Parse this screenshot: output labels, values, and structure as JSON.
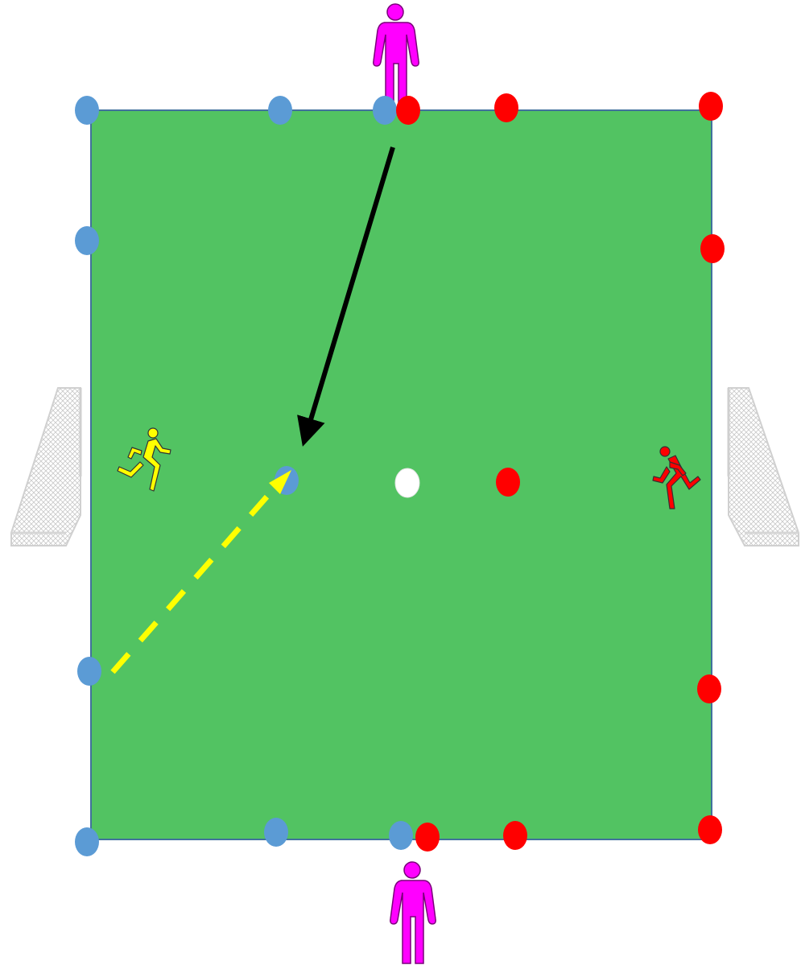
{
  "colors": {
    "pitch_fill": "#52c362",
    "pitch_border": "#41719c",
    "blue_cone": "#5b9bd5",
    "red_cone": "#ff0000",
    "ball": "#ffffff",
    "server": "#ff00ff",
    "yellow_player": "#ffff00",
    "red_player": "#ff0000",
    "pass_arrow": "#000000",
    "run_arrow": "#ffff00",
    "goal_net": "#d0d0d0"
  },
  "icons": {
    "server": "standing-person-icon",
    "attacker": "running-person-icon",
    "goal": "goal-net-icon",
    "cone": "cone-marker-icon",
    "ball": "ball-icon"
  },
  "elements": {
    "top_server": "server-top",
    "bottom_server": "server-bottom",
    "yellow_runner": "yellow-player",
    "red_runner": "red-player",
    "left_goal": "goal-left",
    "right_goal": "goal-right",
    "ball": "ball",
    "pass": "pass-arrow",
    "run": "run-arrow"
  }
}
